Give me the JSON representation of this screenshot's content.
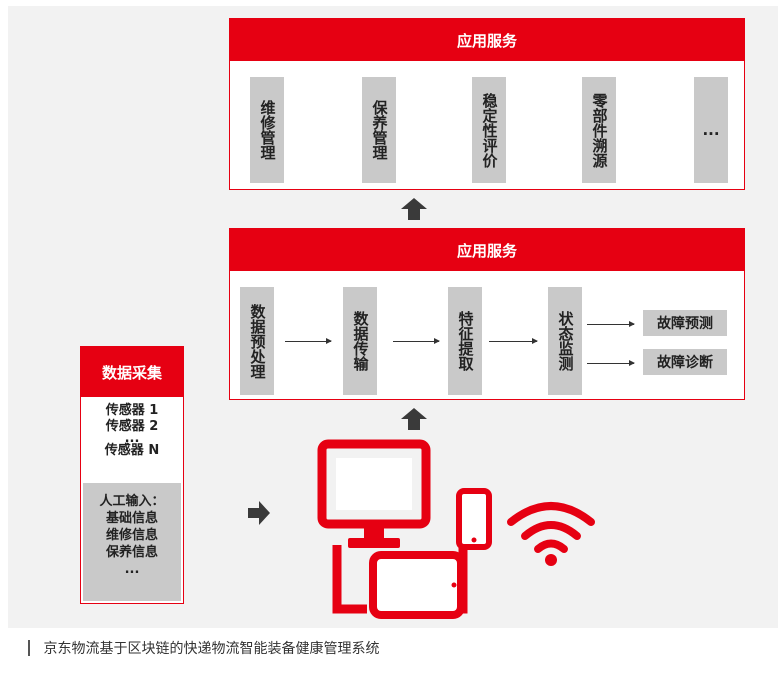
{
  "top_panel": {
    "title": "应用服务",
    "items": [
      "维修管理",
      "保养管理",
      "稳定性评价",
      "零部件溯源",
      "..."
    ]
  },
  "mid_panel": {
    "title": "应用服务",
    "steps": [
      "数据预处理",
      "数据传输",
      "特征提取",
      "状态监测"
    ],
    "outputs": [
      "故障预测",
      "故障诊断"
    ]
  },
  "data_collection": {
    "title": "数据采集",
    "sensors": [
      "传感器 1",
      "传感器 2",
      "...",
      "传感器 N"
    ],
    "manual_input": [
      "人工输入：",
      "基础信息",
      "维修信息",
      "保养信息",
      "..."
    ]
  },
  "caption": "京东物流基于区块链的快递物流智能装备健康管理系统",
  "colors": {
    "accent": "#e60012",
    "box_gray": "#c9c9c9",
    "arrow_dark": "#3a3a3a"
  },
  "icons": [
    "up-arrow-icon",
    "right-arrow-icon",
    "monitor-icon",
    "phone-icon",
    "tablet-icon",
    "wifi-icon"
  ]
}
